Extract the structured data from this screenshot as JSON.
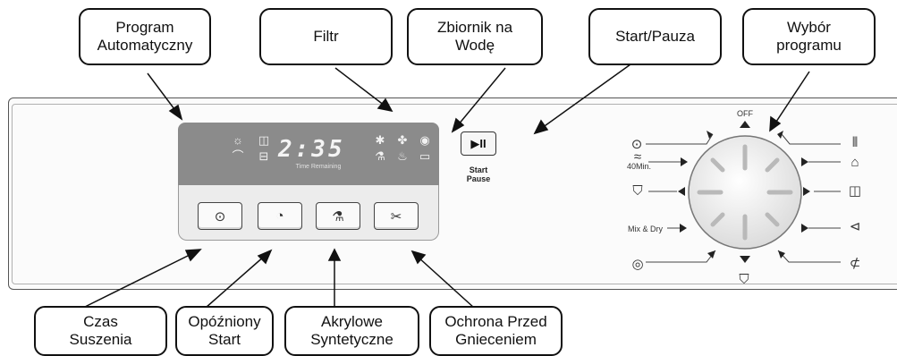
{
  "callouts": {
    "program_auto": "Program\nAutomatyczny",
    "filtr": "Filtr",
    "zbiornik": "Zbiornik na\nWodę",
    "start_pauza": "Start/Pauza",
    "wybor": "Wybór\nprogramu",
    "czas": "Czas\nSuszenia",
    "opozniony": "Opóźniony\nStart",
    "akrylowe": "Akrylowe\nSyntetyczne",
    "ochrona": "Ochrona Przed\nGnieceniem"
  },
  "display": {
    "time": "2:35",
    "time_remaining_label": "Time Remaining",
    "indicator_icons": [
      "sun-icon",
      "filter-icon",
      "iron-icon",
      "shirt-sparkle-icon",
      "fan-icon",
      "sphere-icon",
      "tank-icon",
      "flask-icon",
      "wool-icon"
    ]
  },
  "buttons": [
    {
      "icon": "clock-icon",
      "glyph": "⊙"
    },
    {
      "icon": "delay-clock-icon",
      "glyph": "◔"
    },
    {
      "icon": "flask-icon",
      "glyph": "⚗"
    },
    {
      "icon": "shirt-antiwrinkle-icon",
      "glyph": "✂"
    }
  ],
  "start": {
    "glyph": "▶II",
    "label_line1": "Start",
    "label_line2": "Pause"
  },
  "dial": {
    "off_label": "OFF",
    "left_labels": {
      "forty_min": "40Min.",
      "mix_dry": "Mix & Dry"
    },
    "icons": [
      "timer-icon",
      "quick-dry-icon",
      "shirt-icon",
      "wool-icon",
      "trousers-icon",
      "house-icon",
      "cupboard-icon",
      "iron-icon",
      "hanger-iron-icon",
      "tshirt-icon"
    ]
  }
}
